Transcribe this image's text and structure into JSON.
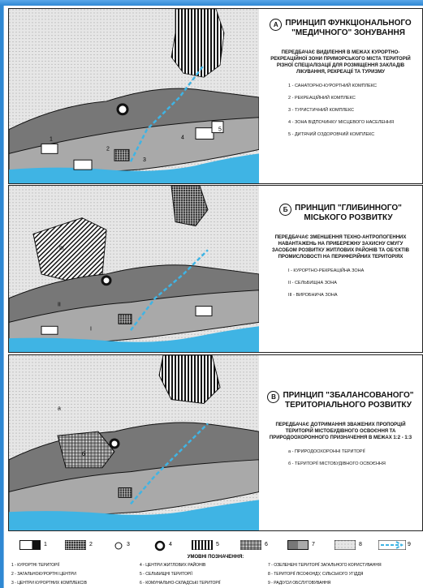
{
  "panels": [
    {
      "badge": "А",
      "title": [
        "ПРИНЦИП ФУНКЦІОНАЛЬНОГО",
        "\"МЕДИЧНОГО\" ЗОНУВАННЯ"
      ],
      "description": "ПЕРЕДБАЧАЄ ВИДІЛЕННЯ В МЕЖАХ КУРОРТНО-РЕКРЕАЦІЙНОЇ ЗОНИ ПРИМОРСЬКОГО МІСТА ТЕРИТОРІЙ РІЗНОЇ СПЕЦІАЛІЗАЦІЇ ДЛЯ РОЗМІЩЕННЯ ЗАКЛАДІВ ЛІКУВАННЯ, РЕКРЕАЦІЇ ТА ТУРИЗМУ",
      "items": [
        "1 - САНАТОРНО-КУРОРТНИЙ КОМПЛЕКС",
        "2 - РЕКРЕАЦІЙНИЙ КОМПЛЕКС",
        "3 - ТУРИСТИЧНИЙ КОМПЛЕКС",
        "4 - ЗОНА ВІДПОЧИНКУ МІСЦЕВОГО НАСЕЛЕННЯ",
        "5 - ДИТЯЧИЙ ОЗДОРОВЧИЙ КОМПЛЕКС"
      ],
      "map_labels": [
        "1",
        "2",
        "3",
        "4",
        "5"
      ]
    },
    {
      "badge": "Б",
      "title": [
        "ПРИНЦИП \"ГЛИБИННОГО\"",
        "МІСЬКОГО РОЗВИТКУ"
      ],
      "description": "ПЕРЕДБАЧАЄ ЗМЕНШЕННЯ ТЕХНО-АНТРОПОГЕННИХ НАВАНТАЖЕНЬ НА ПРИБЕРЕЖНУ ЗАХИСНУ СМУГУ ЗАСОБОМ РОЗВИТКУ ЖИТЛОВИХ РАЙОНІВ ТА ОБ'ЄКТІВ ПРОМИСЛОВОСТІ НА ПЕРИФЕРІЙНИХ ТЕРИТОРІЯХ",
      "items": [
        "I - КУРОРТНО-РЕКРЕАЦІЙНА ЗОНА",
        "II - СЕЛЬБИЩНА ЗОНА",
        "III - ВИРОБНИЧА ЗОНА"
      ],
      "map_labels": [
        "I",
        "II",
        "III"
      ]
    },
    {
      "badge": "В",
      "title": [
        "ПРИНЦИП \"ЗБАЛАНСОВАНОГО\"",
        "ТЕРИТОРІАЛЬНОГО РОЗВИТКУ"
      ],
      "description": "ПЕРЕДБАЧАЄ ДОТРИМАННЯ ЗВАЖЕНИХ ПРОПОРЦІЙ ТЕРИТОРІЙ МІСТОБУДІВНОГО ОСВОЄННЯ ТА ПРИРОДООХОРОННОГО ПРИЗНАЧЕННЯ В МЕЖАХ 1:2 - 1:3",
      "items": [
        "а - ПРИРОДООХОРОННІ ТЕРИТОРІЇ",
        "б - ТЕРИТОРІЇ МІСТОБУДІВНОГО ОСВОЄННЯ"
      ],
      "map_labels": [
        "а",
        "б"
      ]
    }
  ],
  "legend": {
    "numbers": [
      "1",
      "2",
      "3",
      "4",
      "5",
      "6",
      "7",
      "8",
      "9"
    ],
    "title": "УМОВНІ ПОЗНАЧЕННЯ:",
    "rows": [
      [
        "1 - КУРОРТНІ ТЕРИТОРІЇ",
        "4 - ЦЕНТРИ ЖИТЛОВИХ РАЙОНІВ",
        "7 - ОЗЕЛЕНЕНІ ТЕРИТОРІЇ ЗАГАЛЬНОГО КОРИСТУВАННЯ"
      ],
      [
        "2 - ЗАГАЛЬНОКУРОРТНІ ЦЕНТРИ",
        "5 - СЕЛЬБИЩНІ ТЕРИТОРІЇ",
        "8 - ТЕРИТОРІЇ ЛІСОФОНДУ, СІЛЬСЬКОГО УГІДДЯ"
      ],
      [
        "3 - ЦЕНТРИ КУРОРТНИХ КОМПЛЕКСІВ",
        "6 - КОМУНАЛЬНО-СКЛАДСЬКІ ТЕРИТОРІЇ",
        "9 - РАДІУСИ ОБСЛУГОВУВАННЯ"
      ]
    ]
  },
  "colors": {
    "sea": "#3fb4e4",
    "gray": "#a9a9a9",
    "dark": "#777777",
    "black": "#111111",
    "bg": "#2f88d3"
  }
}
